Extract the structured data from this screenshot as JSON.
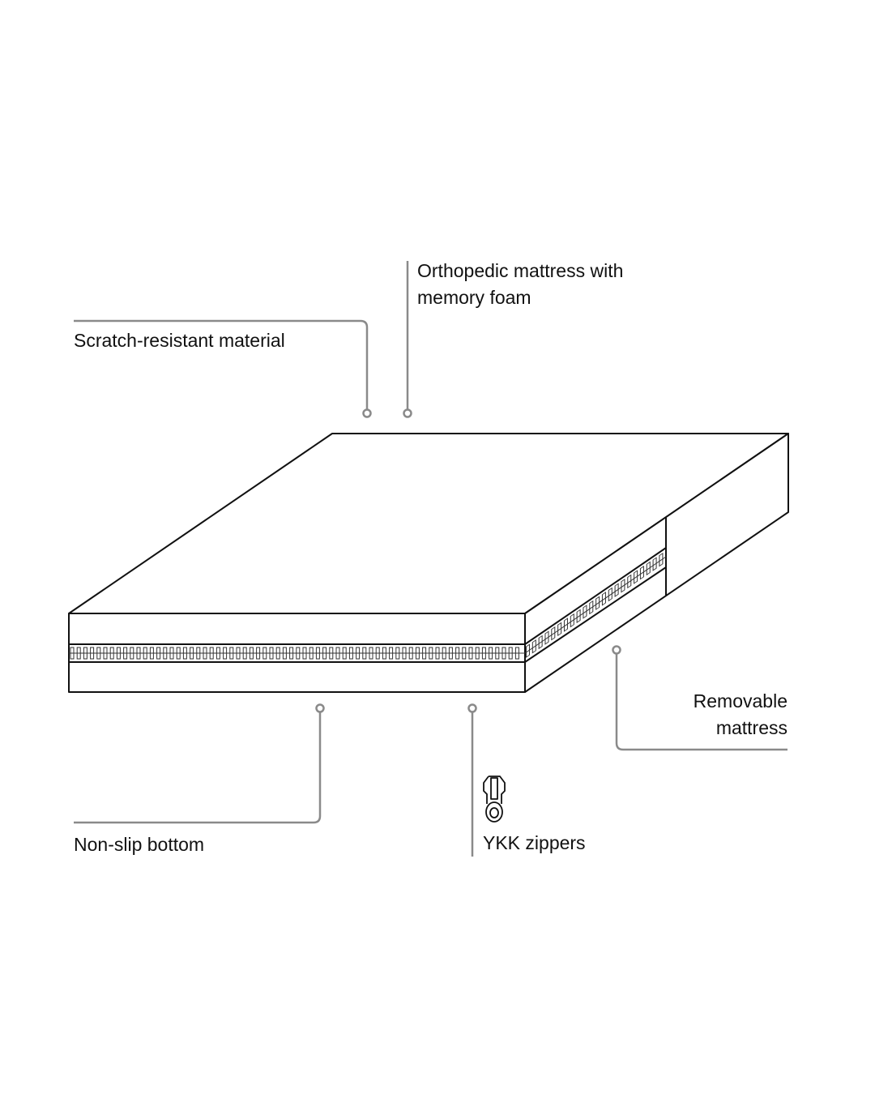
{
  "labels": {
    "orthopedic_line1": "Orthopedic mattress with",
    "orthopedic_line2": "memory foam",
    "scratch": "Scratch-resistant material",
    "removable_line1": "Removable",
    "removable_line2": "mattress",
    "nonslip": "Non-slip bottom",
    "ykk": "YKK zippers"
  },
  "colors": {
    "outline": "#111111",
    "callout": "#8a8a8a"
  },
  "icons": [
    "zipper-pull-icon"
  ]
}
